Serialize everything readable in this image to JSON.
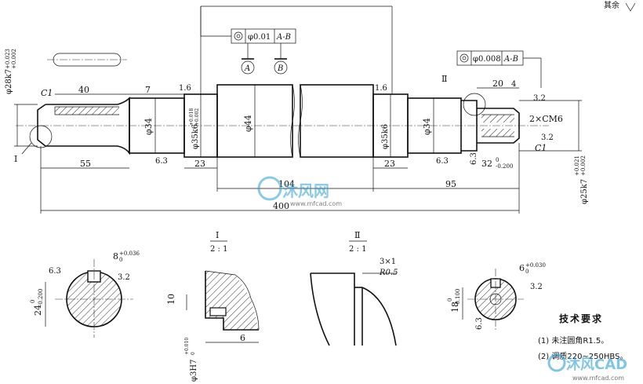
{
  "corner_roughness": "其余",
  "tolerance_frame_1": {
    "symbol": "◎",
    "value": "φ0.01",
    "datum": "A-B"
  },
  "tolerance_frame_2": {
    "symbol": "◎",
    "value": "φ0.008",
    "datum": "A-B"
  },
  "datum_a": "A",
  "datum_b": "B",
  "dims": {
    "d_left_journal": "φ28k7",
    "d_left_journal_tol_up": "+0.023",
    "d_left_journal_tol_dn": "+0.002",
    "chamfer_left": "C1",
    "key_len": "40",
    "len_7": "7",
    "ra_1_6_a": "1.6",
    "ra_1_6_b": "1.6",
    "d34_left": "φ34",
    "d35_left": "φ35k6",
    "d35_tol_up": "+0.018",
    "d35_tol_dn": "+0.002",
    "d44": "φ44",
    "d35_right": "φ35k6",
    "d34_right": "φ34",
    "ra_6_3_a": "6.3",
    "ra_6_3_b": "6.3",
    "ra_6_3_c": "6.3",
    "len_55": "55",
    "len_23_a": "23",
    "len_23_b": "23",
    "len_104": "104",
    "len_95": "95",
    "len_total": "400",
    "len_20": "20",
    "len_4": "4",
    "ra_3_2_a": "3.2",
    "ra_3_2_b": "3.2",
    "thread": "2×CM6",
    "chamfer_right": "C1",
    "len_32": "32",
    "len_32_tol_up": "0",
    "len_32_tol_dn": "-0.200",
    "d_right_journal": "φ25k7",
    "d_right_journal_tol_up": "+0.021",
    "d_right_journal_tol_dn": "+0.002",
    "roman_1": "I",
    "roman_2": "Ⅱ"
  },
  "sections": {
    "keyway_a": {
      "width": "8",
      "tol_up": "+0.036",
      "tol_dn": "0",
      "depth": "24",
      "depth_tol_up": "0",
      "depth_tol_dn": "-0.200",
      "ra_a": "6.3",
      "ra_b": "3.2"
    },
    "detail_1": {
      "title": "I",
      "scale": "2 : 1",
      "dim_10": "10",
      "dim_6": "6",
      "hole": "φ3H7",
      "hole_tol_up": "+0.010",
      "hole_tol_dn": "0"
    },
    "detail_2": {
      "title": "Ⅱ",
      "scale": "2 : 1",
      "groove": "3×1",
      "radius": "R0.5"
    },
    "keyway_b": {
      "width": "6",
      "tol_up": "+0.030",
      "tol_dn": "0",
      "depth": "18",
      "depth_tol_up": "0",
      "depth_tol_dn": "-0.100",
      "ra_a": "6.3",
      "ra_b": "3.2"
    }
  },
  "notes": {
    "title": "技术要求",
    "item_1": "(1) 未注圆角R1.5。",
    "item_2": "(2) 调质220~250HBS。"
  },
  "watermark": {
    "brand": "沐风网",
    "url": "www.mfcad.com",
    "brand_bottom": "沐风CAD",
    "url_bottom": "www.mfcad.com"
  }
}
